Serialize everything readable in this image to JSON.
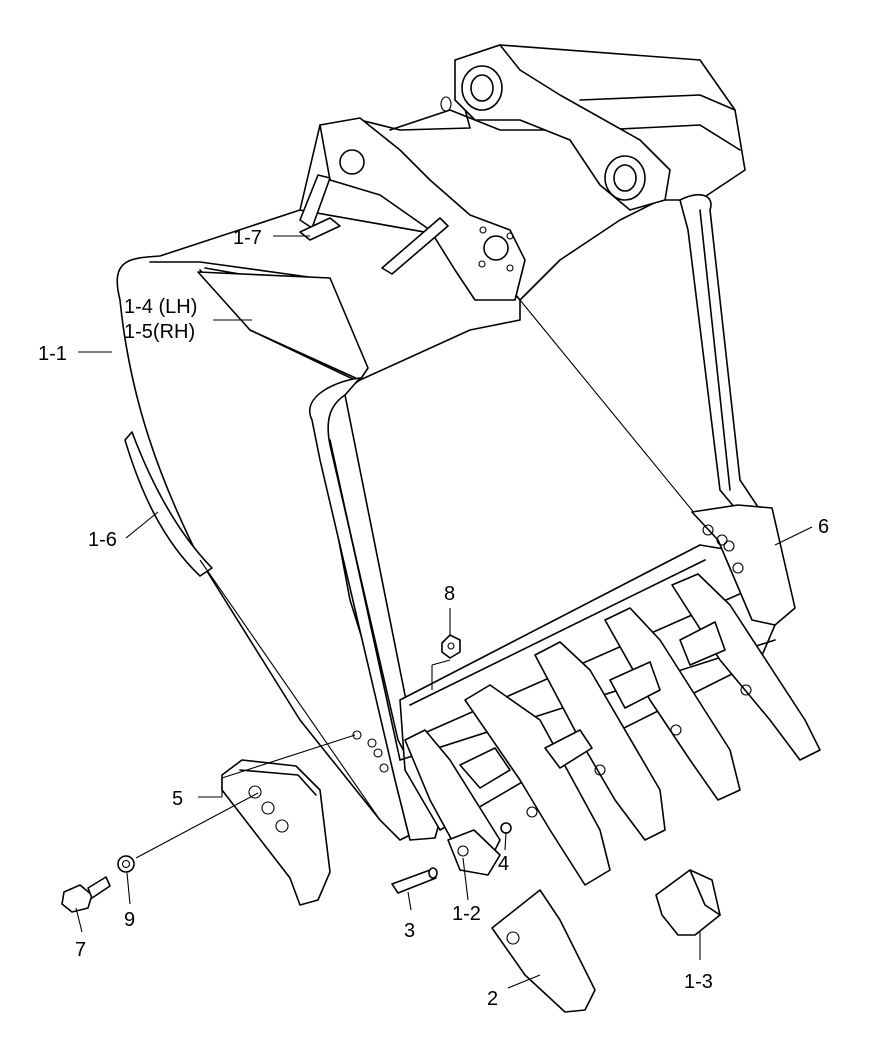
{
  "labels": {
    "p1_1": "1-1",
    "p1_2": "1-2",
    "p1_3": "1-3",
    "p1_4": "1-4 (LH)",
    "p1_5": "1-5(RH)",
    "p1_6": "1-6",
    "p1_7": "1-7",
    "p2": "2",
    "p3": "3",
    "p4": "4",
    "p5": "5",
    "p6": "6",
    "p7": "7",
    "p8": "8",
    "p9": "9"
  }
}
